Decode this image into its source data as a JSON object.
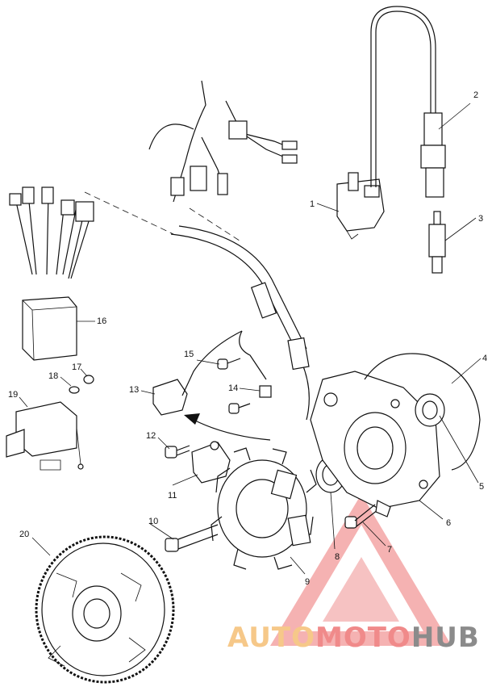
{
  "callouts": [
    {
      "label": "1"
    },
    {
      "label": "2"
    },
    {
      "label": "3"
    },
    {
      "label": "4"
    },
    {
      "label": "5"
    },
    {
      "label": "6"
    },
    {
      "label": "7"
    },
    {
      "label": "8"
    },
    {
      "label": "9"
    },
    {
      "label": "10"
    },
    {
      "label": "11"
    },
    {
      "label": "12"
    },
    {
      "label": "13"
    },
    {
      "label": "14"
    },
    {
      "label": "15"
    },
    {
      "label": "16"
    },
    {
      "label": "17"
    },
    {
      "label": "18"
    },
    {
      "label": "19"
    },
    {
      "label": "20"
    }
  ],
  "watermark": {
    "part1": "AUTO",
    "part2": "MOTO",
    "part3": "HUB",
    "logo_color": "#f2a0a0"
  }
}
